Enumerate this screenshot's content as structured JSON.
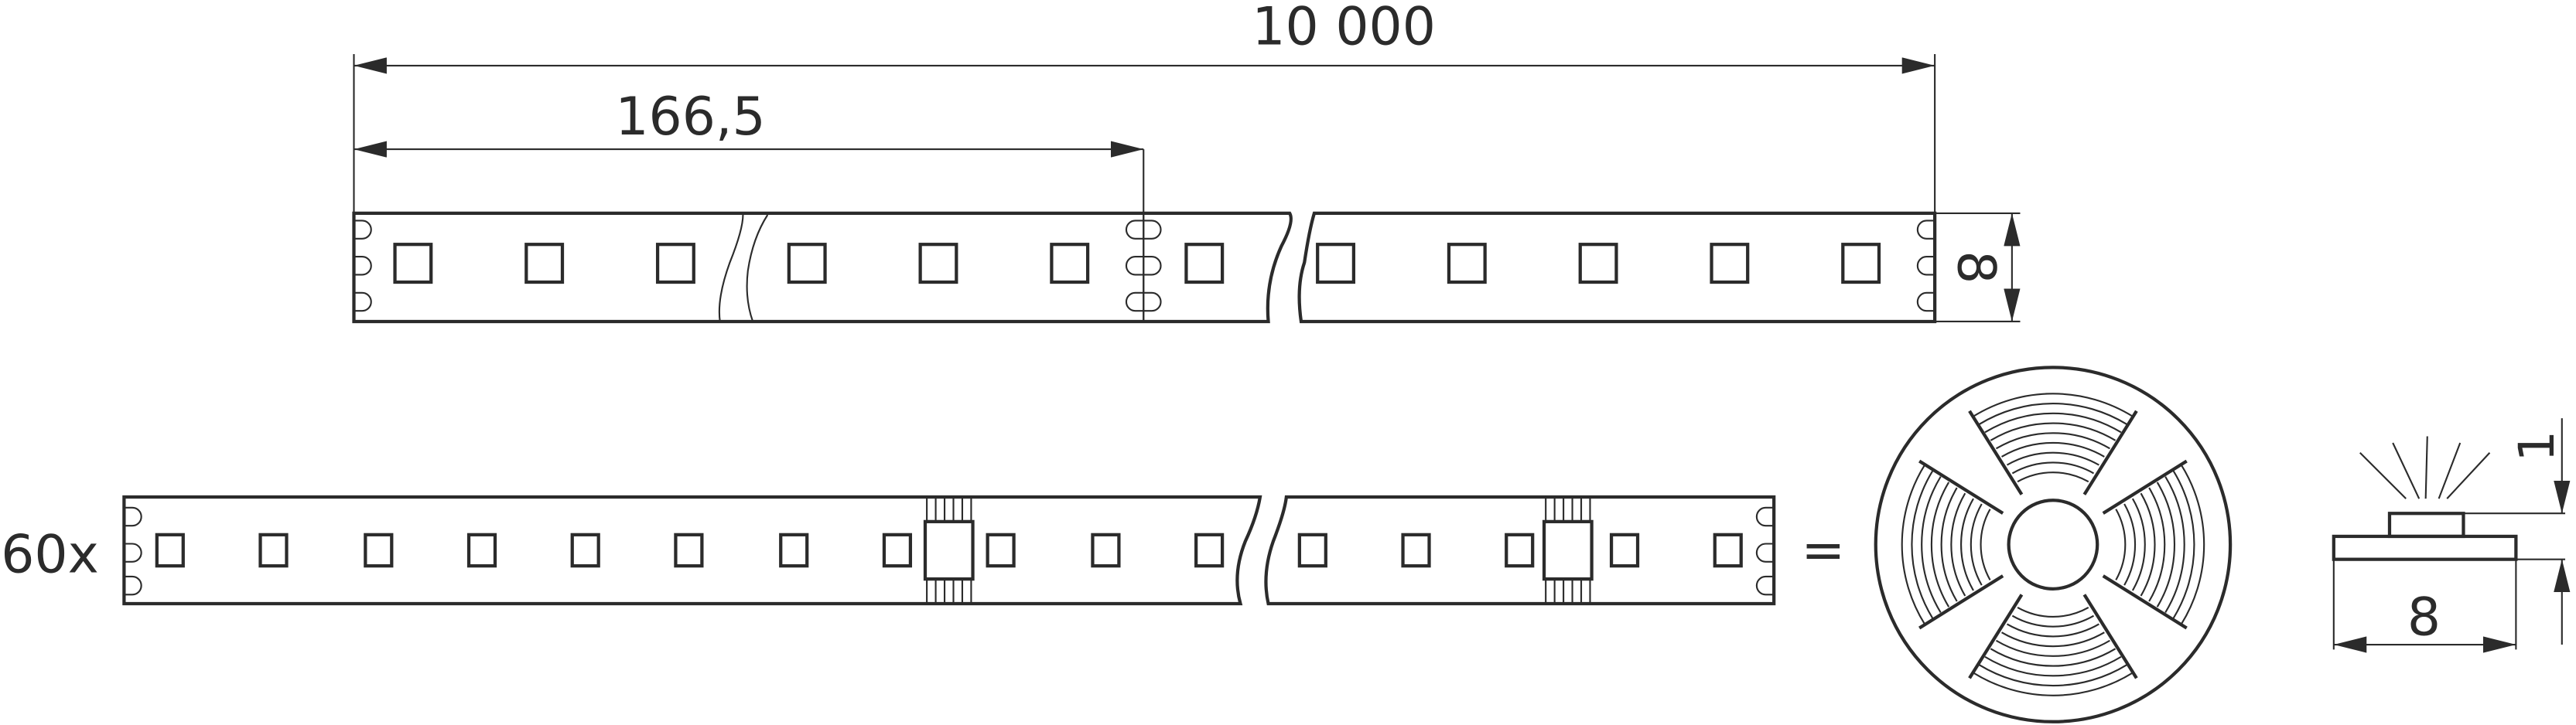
{
  "dimensions": {
    "total_length": "10 000",
    "segment_length": "166,5",
    "strip_width": "8",
    "profile_width": "8",
    "profile_height": "1"
  },
  "labels": {
    "quantity": "60x",
    "equals": "="
  },
  "colors": {
    "line": "#2b2b2b",
    "background": "#ffffff"
  }
}
